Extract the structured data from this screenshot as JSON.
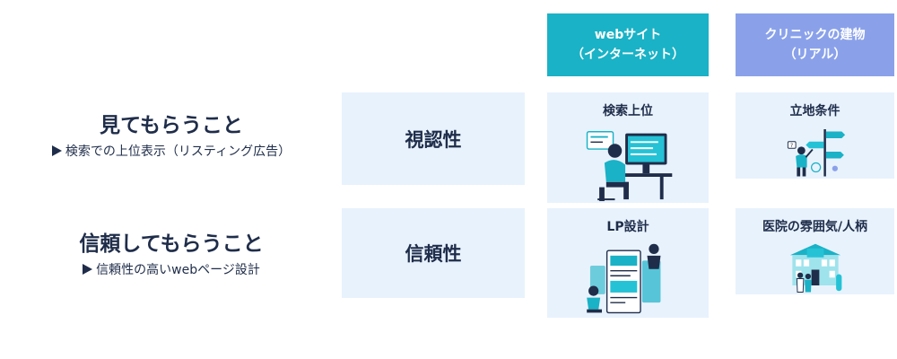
{
  "colors": {
    "web_header": "#1ab2c6",
    "clinic_header": "#8aa1ea",
    "cell_bg": "#e8f2fd",
    "text": "#1f2d4a"
  },
  "columns": {
    "web": {
      "line1": "webサイト",
      "line2": "（インターネット）"
    },
    "clinic": {
      "line1": "クリニックの建物",
      "line2": "（リアル）"
    }
  },
  "rows": [
    {
      "main": "見てもらうこと",
      "sub": "検索での上位表示（リスティング広告）",
      "label": "視認性",
      "web_title": "検索上位",
      "clinic_title": "立地条件"
    },
    {
      "main": "信頼してもらうこと",
      "sub": "信頼性の高いwebページ設計",
      "label": "信頼性",
      "web_title": "LP設計",
      "clinic_title": "医院の雰囲気/人柄"
    }
  ],
  "icons": {
    "bullet": "play-triangle-icon",
    "web_row1": "person-at-computer-illustration",
    "clinic_row1": "person-at-signpost-illustration",
    "web_row2": "landing-page-design-illustration",
    "clinic_row2": "clinic-building-illustration"
  }
}
